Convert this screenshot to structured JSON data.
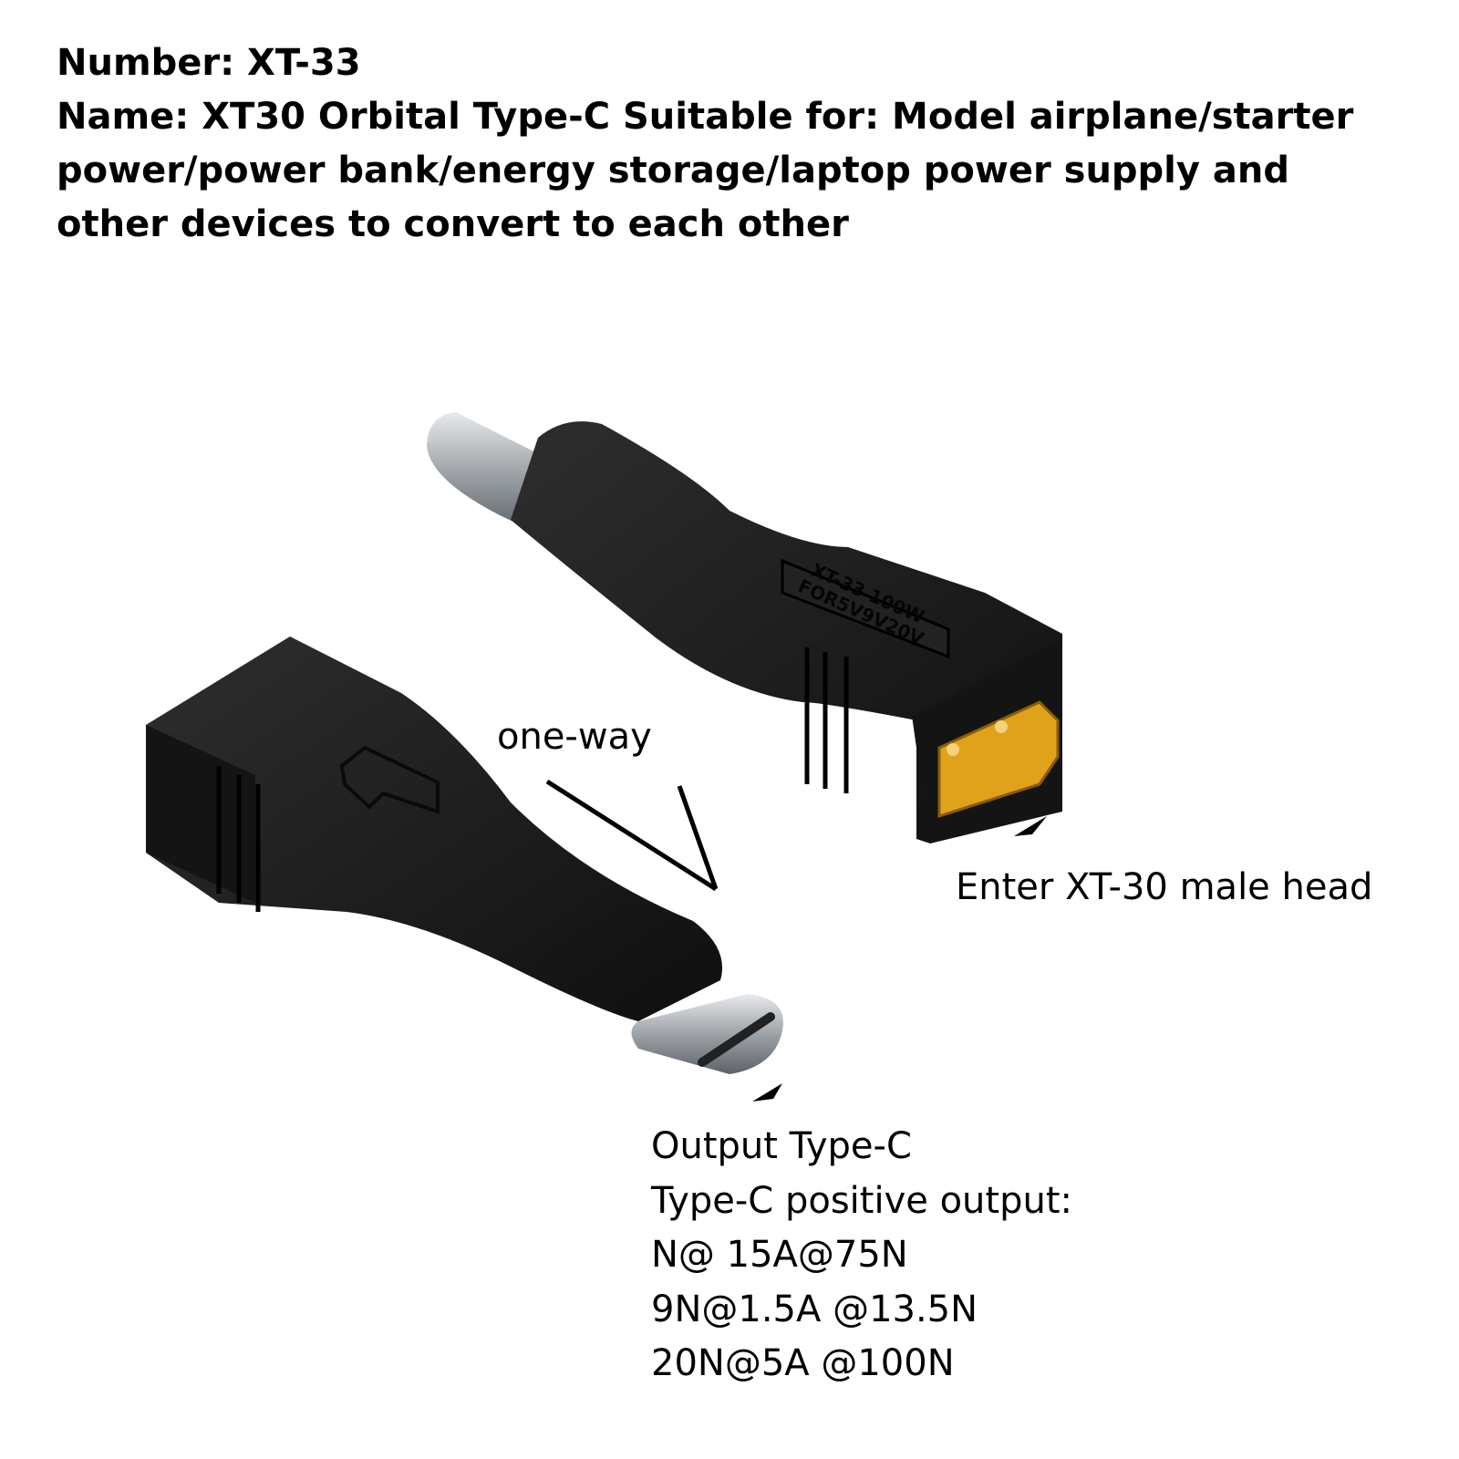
{
  "header": {
    "number_line": "Number: XT-33",
    "name_lines": [
      "Name: XT30 Orbital Type-C Suitable for: Model airplane/starter",
      "power/power bank/energy storage/laptop power supply and",
      "other devices to convert to each other"
    ]
  },
  "labels": {
    "one_way": "one-way",
    "input": "Enter XT-30 male head"
  },
  "output": {
    "lines": [
      "Output Type-C",
      "Type-C positive output:",
      "N@ 15A@75N",
      "9N@1.5A @13.5N",
      "20N@5A @100N"
    ]
  },
  "product_emboss": {
    "line1": "XT-33 100W",
    "line2": "FOR5V9V20V"
  },
  "colors": {
    "body": "#1c1c1c",
    "xt30": "#e0a21a",
    "metal": "#b8bcc0"
  }
}
